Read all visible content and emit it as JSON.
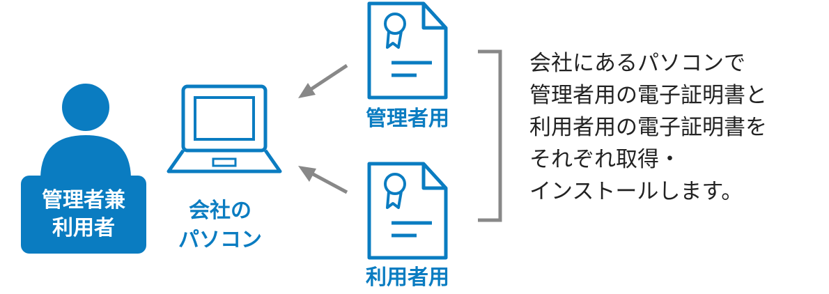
{
  "user": {
    "label_line1": "管理者兼",
    "label_line2": "利用者"
  },
  "pc": {
    "label_line1": "会社の",
    "label_line2": "パソコン"
  },
  "certs": [
    {
      "label": "管理者用"
    },
    {
      "label": "利用者用"
    }
  ],
  "description": {
    "lines": [
      "会社にあるパソコンで",
      "管理者用の電子証明書と",
      "利用者用の電子証明書を",
      "それぞれ取得・",
      "インストールします。"
    ]
  },
  "colors": {
    "accent": "#0a7cc1",
    "arrow": "#888888",
    "text": "#222222"
  }
}
